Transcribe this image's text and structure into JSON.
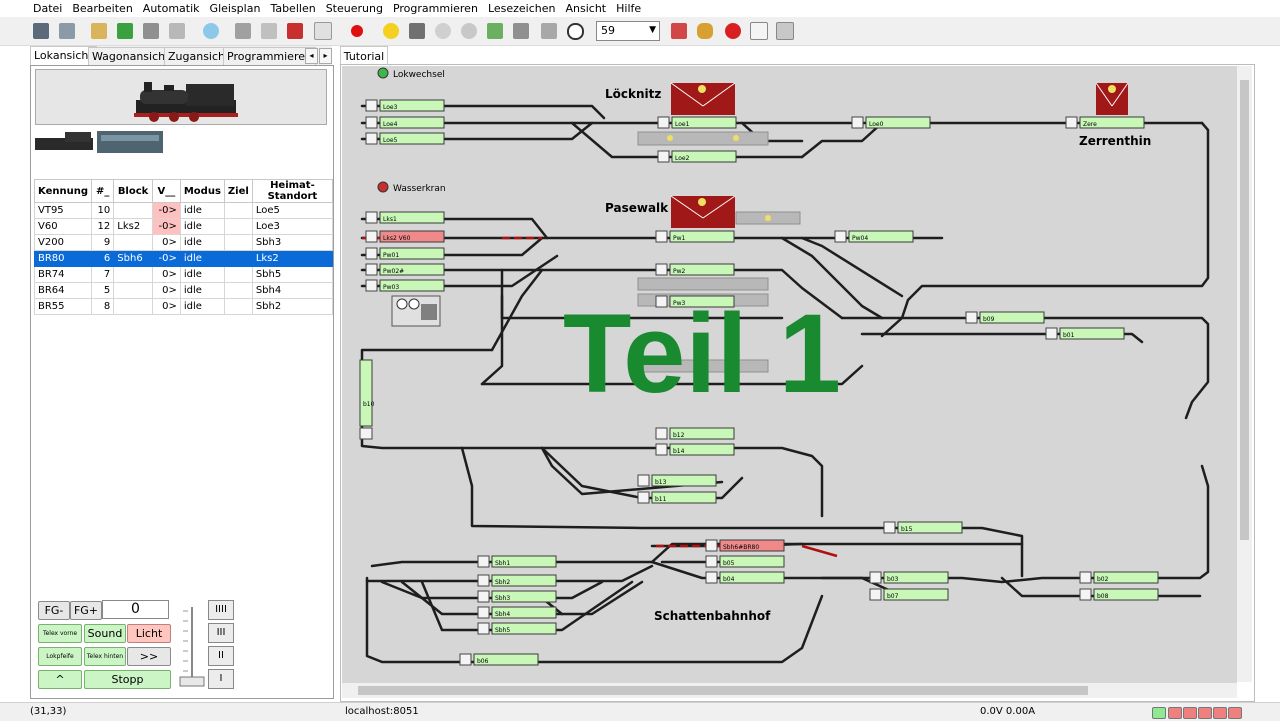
{
  "menu": [
    "Datei",
    "Bearbeiten",
    "Automatik",
    "Gleisplan",
    "Tabellen",
    "Steuerung",
    "Programmieren",
    "Lesezeichen",
    "Ansicht",
    "Hilfe"
  ],
  "toolbar": {
    "speed_value": "59"
  },
  "left_tabs": [
    "Lokansicht",
    "Wagonansicht",
    "Zugansicht",
    "Programmieren"
  ],
  "table": {
    "headers": [
      "Kennung",
      "#_",
      "Block",
      "V__",
      "Modus",
      "Ziel",
      "Heimat-Standort"
    ],
    "rows": [
      {
        "id": "VT95",
        "num": "10",
        "block": "",
        "v": "-0>",
        "mode": "idle",
        "ziel": "",
        "home": "Loe5",
        "pink": true,
        "selected": false
      },
      {
        "id": "V60",
        "num": "12",
        "block": "Lks2",
        "v": "-0>",
        "mode": "idle",
        "ziel": "",
        "home": "Loe3",
        "pink": true,
        "selected": false
      },
      {
        "id": "V200",
        "num": "9",
        "block": "",
        "v": "0>",
        "mode": "idle",
        "ziel": "",
        "home": "Sbh3",
        "pink": false,
        "selected": false
      },
      {
        "id": "BR80",
        "num": "6",
        "block": "Sbh6",
        "v": "-0>",
        "mode": "idle",
        "ziel": "",
        "home": "Lks2",
        "pink": false,
        "selected": true
      },
      {
        "id": "BR74",
        "num": "7",
        "block": "",
        "v": "0>",
        "mode": "idle",
        "ziel": "",
        "home": "Sbh5",
        "pink": false,
        "selected": false
      },
      {
        "id": "BR64",
        "num": "5",
        "block": "",
        "v": "0>",
        "mode": "idle",
        "ziel": "",
        "home": "Sbh4",
        "pink": false,
        "selected": false
      },
      {
        "id": "BR55",
        "num": "8",
        "block": "",
        "v": "0>",
        "mode": "idle",
        "ziel": "",
        "home": "Sbh2",
        "pink": false,
        "selected": false
      }
    ]
  },
  "controls": {
    "fg_minus": "FG-",
    "fg_plus": "FG+",
    "fg_value": "0",
    "telex_front": "Telex vorne",
    "sound": "Sound",
    "light": "Licht",
    "whistle": "Lokpfeife",
    "telex_back": "Telex hinten",
    "next": ">>",
    "up": "^",
    "stop": "Stopp",
    "speed_steps": [
      "IIII",
      "III",
      "II",
      "I"
    ]
  },
  "tutorial_tab": "Tutorial",
  "plan": {
    "overlay_text": "Teil 1",
    "stations": [
      "Löcknitz",
      "Pasewalk",
      "Zerrenthin",
      "Schattenbahnhof"
    ],
    "indicators": [
      "Lokwechsel",
      "Wasserkran"
    ],
    "blocks": [
      "Loe3",
      "Loe4",
      "Loe5",
      "Loe1",
      "Loe2",
      "Loe0",
      "Zere",
      "Lks1",
      "Lks2 V60",
      "Pw01",
      "Pw02#",
      "Pw03",
      "Pw1",
      "Pw2",
      "Pw3",
      "Pw04",
      "b09",
      "b01",
      "b10",
      "b12",
      "b14",
      "b13",
      "b11",
      "b15",
      "Sbh6#BR80",
      "Sbh1",
      "Sbh2",
      "Sbh3",
      "Sbh4",
      "Sbh5",
      "b05",
      "b04",
      "b03",
      "b07",
      "b02",
      "b08",
      "b06"
    ]
  },
  "status": {
    "coords": "(31,33)",
    "host": "localhost:8051",
    "power": "0.0V 0.00A"
  },
  "colors": {
    "selection": "#0a6bd8",
    "block": "#c8f7b8",
    "overlay": "#1a8a30",
    "station": "#a01818"
  }
}
